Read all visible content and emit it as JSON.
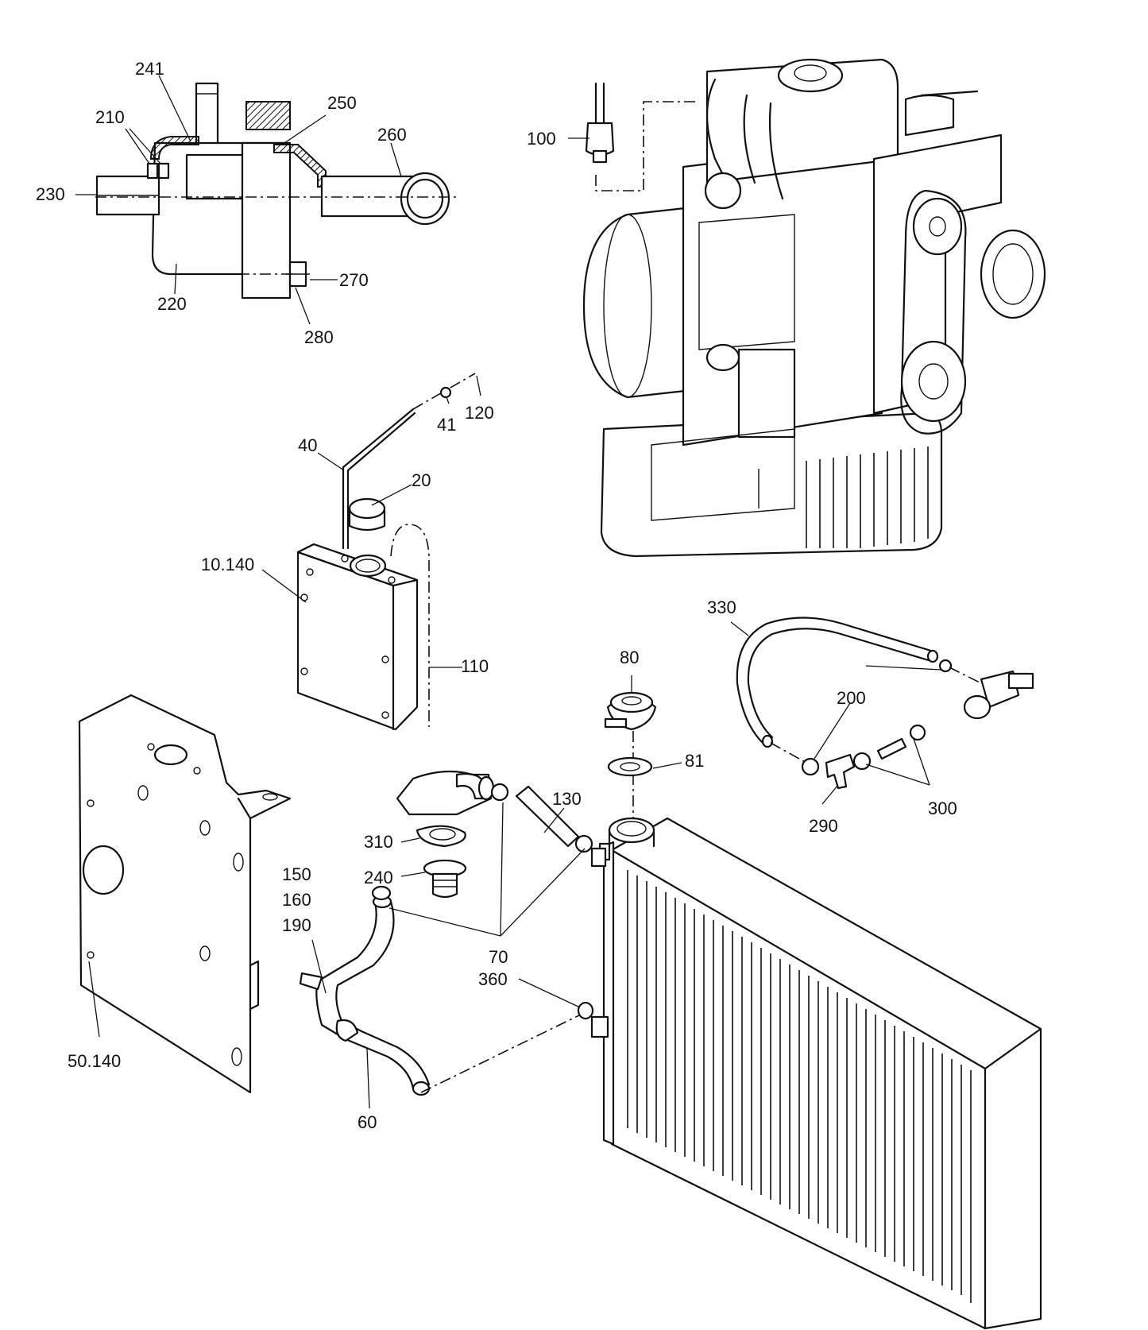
{
  "callouts": {
    "c241": "241",
    "c210": "210",
    "c250": "250",
    "c260": "260",
    "c230": "230",
    "c270": "270",
    "c220": "220",
    "c280": "280",
    "c100": "100",
    "c41": "41",
    "c120": "120",
    "c40": "40",
    "c20": "20",
    "c10_140": "10.140",
    "c110": "110",
    "c330": "330",
    "c80": "80",
    "c200": "200",
    "c81": "81",
    "c130": "130",
    "c310": "310",
    "c240": "240",
    "c150": "150",
    "c160": "160",
    "c190": "190",
    "c70": "70",
    "c360": "360",
    "c290": "290",
    "c300": "300",
    "c50_140": "50.140",
    "c60": "60"
  }
}
